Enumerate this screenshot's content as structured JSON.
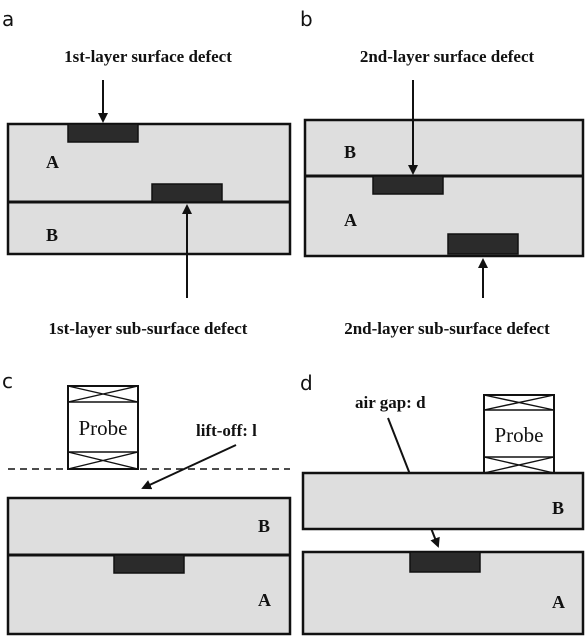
{
  "panels": {
    "a": {
      "letter": "a",
      "top_label": "1st-layer surface defect",
      "bottom_label": "1st-layer sub-surface defect",
      "layer_top": "A",
      "layer_bottom": "B"
    },
    "b": {
      "letter": "b",
      "top_label": "2nd-layer surface defect",
      "bottom_label": "2nd-layer sub-surface defect",
      "layer_top": "B",
      "layer_bottom": "A"
    },
    "c": {
      "letter": "c",
      "probe_label": "Probe",
      "liftoff_label": "lift-off: l",
      "layer_top": "B",
      "layer_bottom": "A"
    },
    "d": {
      "letter": "d",
      "probe_label": "Probe",
      "airgap_label": "air gap: d",
      "layer_top": "B",
      "layer_bottom": "A"
    }
  }
}
